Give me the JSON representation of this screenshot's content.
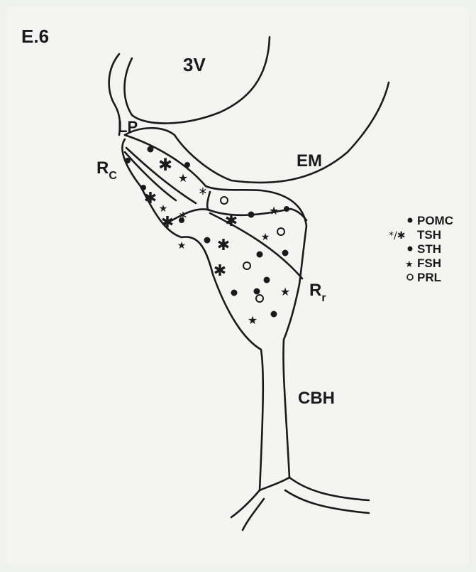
{
  "figure": {
    "panel_label": "E.6",
    "labels": {
      "third_ventricle": "3V",
      "lp": "LP",
      "em": "EM",
      "rc": "R",
      "rc_sub": "C",
      "rr": "R",
      "rr_sub": "r",
      "cbh": "CBH"
    },
    "legend": [
      {
        "symbol": "•",
        "text": "POMC"
      },
      {
        "symbol": "*/✱",
        "text": "TSH"
      },
      {
        "symbol": "•",
        "text": "STH"
      },
      {
        "symbol": "★",
        "text": "FSH"
      },
      {
        "symbol": "○",
        "text": "PRL"
      }
    ]
  }
}
